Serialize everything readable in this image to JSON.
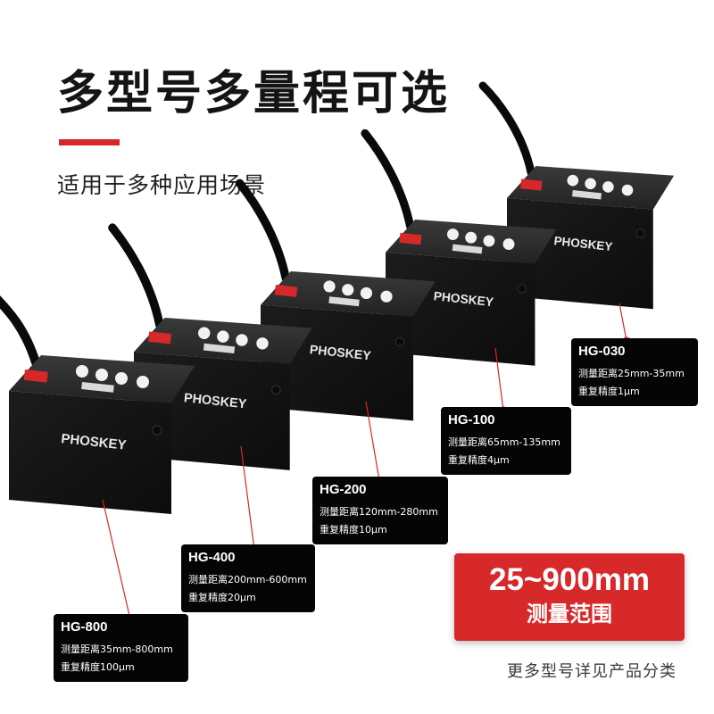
{
  "heading": {
    "title": "多型号多量程可选",
    "subtitle": "适用于多种应用场景"
  },
  "brand": "PHOSKEY",
  "colors": {
    "accent": "#d62829",
    "housing": "#1a1a1a",
    "spec_box": "#050505",
    "badge": "#d7282a"
  },
  "models": [
    {
      "model": "HG-030",
      "range": "测量距离25mm-35mm",
      "precision": "重复精度1μm"
    },
    {
      "model": "HG-100",
      "range": "测量距离65mm-135mm",
      "precision": "重复精度4μm"
    },
    {
      "model": "HG-200",
      "range": "测量距离120mm-280mm",
      "precision": "重复精度10μm"
    },
    {
      "model": "HG-400",
      "range": "测量距离200mm-600mm",
      "precision": "重复精度20μm"
    },
    {
      "model": "HG-800",
      "range": "测量距离35mm-800mm",
      "precision": "重复精度100μm"
    }
  ],
  "badge": {
    "value": "25~900mm",
    "label": "测量范围"
  },
  "footnote": "更多型号详见产品分类"
}
